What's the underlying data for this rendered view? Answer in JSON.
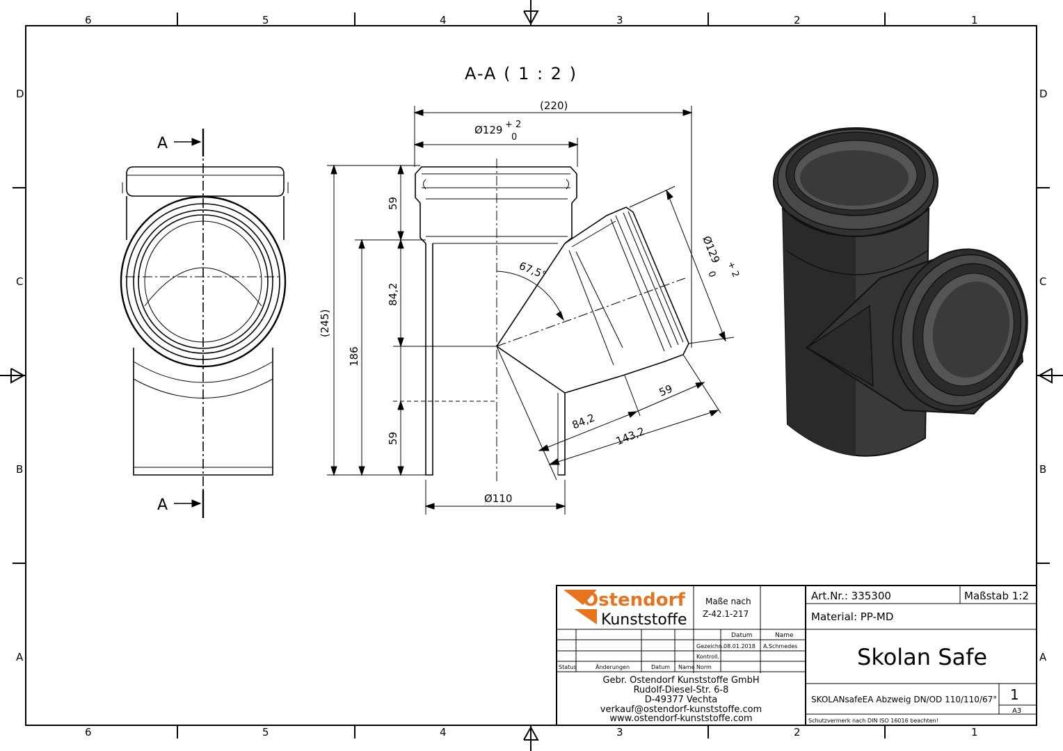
{
  "frame": {
    "cols_top": [
      "6",
      "5",
      "4",
      "3",
      "2",
      "1"
    ],
    "cols_bottom": [
      "6",
      "5",
      "4",
      "3",
      "2",
      "1"
    ],
    "rows_left": [
      "D",
      "C",
      "B",
      "A"
    ],
    "rows_right": [
      "D",
      "C",
      "B",
      "A"
    ]
  },
  "section": {
    "title": "A-A ( 1 : 2 )",
    "marker_top": "A",
    "marker_bottom": "A"
  },
  "dims": {
    "overall_width": "(220)",
    "socket_dia": "Ø129",
    "tol_plus": "+ 2",
    "tol_zero": "0",
    "height_total": "(245)",
    "h_186": "186",
    "h_59_top": "59",
    "h_84_2": "84,2",
    "h_59_bottom": "59",
    "angle": "67,5°",
    "branch_dia": "Ø129",
    "branch_tol_plus": "+ 2",
    "branch_tol_zero": "0",
    "branch_59": "59",
    "branch_84_2": "84,2",
    "branch_143_2": "143,2",
    "pipe_dia": "Ø110"
  },
  "title_block": {
    "logo_text_1": "Ostendorf",
    "logo_text_2": "Kunststoffe",
    "masse_label_1": "Maße nach",
    "masse_label_2": "Z-42.1-217",
    "col_datum": "Datum",
    "col_name": "Name",
    "row_gezeichn": "Gezeichn.",
    "row_kontroll": "Kontroll.",
    "row_norm": "Norm",
    "gez_datum": "08.01.2018",
    "gez_name": "A.Schmedes",
    "status": "Status",
    "aenderungen": "Änderungen",
    "datum": "Datum",
    "name": "Name",
    "company_lines": [
      "Gebr. Ostendorf Kunststoffe GmbH",
      "Rudolf-Diesel-Str. 6-8",
      "D-49377 Vechta",
      "verkauf@ostendorf-kunststoffe.com",
      "www.ostendorf-kunststoffe.com"
    ],
    "art_nr": "Art.Nr.: 335300",
    "massstab": "Maßstab 1:2",
    "material": "Material: PP-MD",
    "product": "Skolan Safe",
    "description": "SKOLANsafeEA Abzweig DN/OD 110/110/67°",
    "sheet_no": "1",
    "format": "A3",
    "protection": "Schutzvermerk nach DIN ISO 16016 beachten!"
  },
  "colors": {
    "logo_orange": "#e8731e",
    "render_dark": "#2b2b2b",
    "render_mid": "#4a4a4a"
  }
}
